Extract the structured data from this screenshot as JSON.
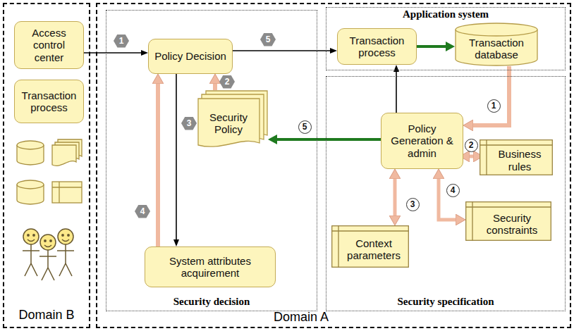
{
  "diagram": {
    "nodes": [
      {
        "text": [
          "Domain B"
        ]
      },
      {
        "text": [
          "Access control center"
        ],
        "in": 0
      },
      {
        "text": [
          "Transaction process"
        ],
        "in": 0
      },
      {
        "text": [
          "Domain A"
        ]
      },
      {
        "text": [
          "Security decision"
        ],
        "in": 3
      },
      {
        "text": [
          "Policy Decision"
        ],
        "in": 4
      },
      {
        "text": [
          "Security Policy"
        ],
        "in": 4
      },
      {
        "text": [
          "System attributes acquirement"
        ],
        "in": 4
      },
      {
        "text": [
          "Application system"
        ],
        "in": 3
      },
      {
        "text": [
          "Transaction process"
        ],
        "in": 8
      },
      {
        "text": [
          "Transaction database"
        ],
        "in": 8
      },
      {
        "text": [
          "Security specification"
        ],
        "in": 3
      },
      {
        "text": [
          "Policy Generation & admin"
        ],
        "in": 11
      },
      {
        "text": [
          "Business rules"
        ],
        "in": 11
      },
      {
        "text": [
          "Context parameters"
        ],
        "in": 11
      },
      {
        "text": [
          "Security constraints"
        ],
        "in": 11
      }
    ],
    "edges": [
      {
        "from": 1,
        "to": 5,
        "arrow": "to"
      },
      {
        "from": 5,
        "to": 9,
        "arrow": "to"
      },
      {
        "from": 6,
        "to": 5,
        "arrow": "to"
      },
      {
        "from": 5,
        "to": 7,
        "arrow": "to"
      },
      {
        "from": 7,
        "to": 5,
        "arrow": "to"
      },
      {
        "from": 9,
        "to": 10,
        "arrow": "to"
      },
      {
        "from": 10,
        "to": 12,
        "arrow": "to"
      },
      {
        "from": 12,
        "to": 9,
        "arrow": "to"
      },
      {
        "from": 12,
        "to": 6,
        "arrow": "to"
      },
      {
        "from": 12,
        "to": 13,
        "arrow": "both"
      },
      {
        "from": 12,
        "to": 14,
        "arrow": "both"
      },
      {
        "from": 12,
        "to": 15,
        "arrow": "both"
      }
    ],
    "labels": [
      "1",
      "5",
      "2",
      "3",
      "4",
      "1",
      "2",
      "3",
      "4",
      "5"
    ]
  }
}
